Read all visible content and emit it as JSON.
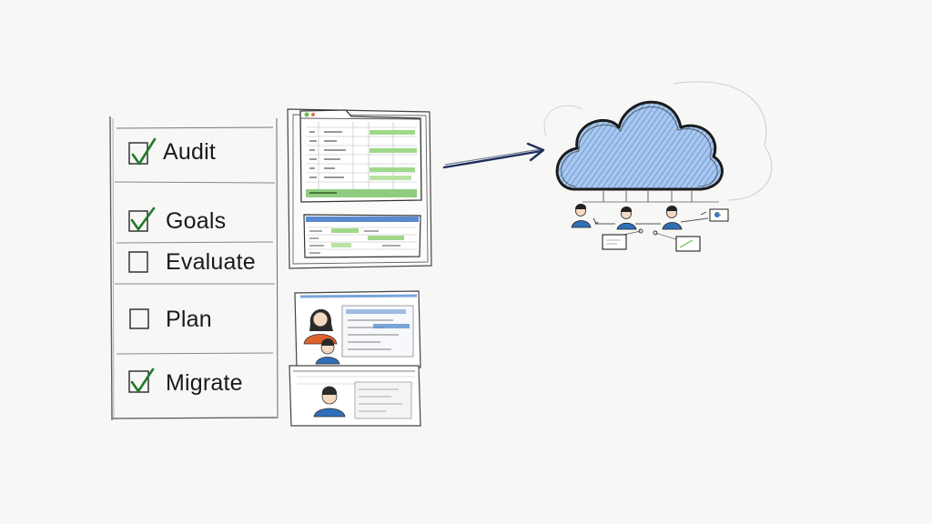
{
  "checklist": {
    "items": [
      {
        "label": "Audit",
        "checked": true
      },
      {
        "label": "Goals",
        "checked": true
      },
      {
        "label": "Evaluate",
        "checked": false
      },
      {
        "label": "Plan",
        "checked": false
      },
      {
        "label": "Migrate",
        "checked": true
      }
    ]
  },
  "colors": {
    "ink": "#2b2b2b",
    "check_green": "#1f7a2a",
    "cloud_blue": "#6f9fd8",
    "arrow_navy": "#1e2f5a",
    "sheet_green": "#7cc36a",
    "sheet_blue": "#3d74c9",
    "person_orange": "#e0632a",
    "person_blue": "#2f6fb8"
  }
}
